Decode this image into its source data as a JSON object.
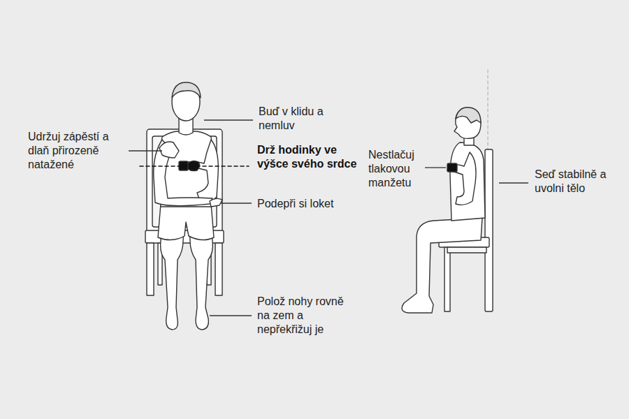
{
  "diagram": {
    "labels": [
      "Buď v klidu a nemluv",
      "Udržuj zápěstí a dlaň přirozeně natažené",
      "Drž hodinky ve výšce svého srdce",
      "Podepři si loket",
      "Polož nohy rovně na zem a nepřekřižuj je",
      "Nestlačuj tlakovou manžetu",
      "Seď stabilně a uvolni tělo"
    ]
  }
}
